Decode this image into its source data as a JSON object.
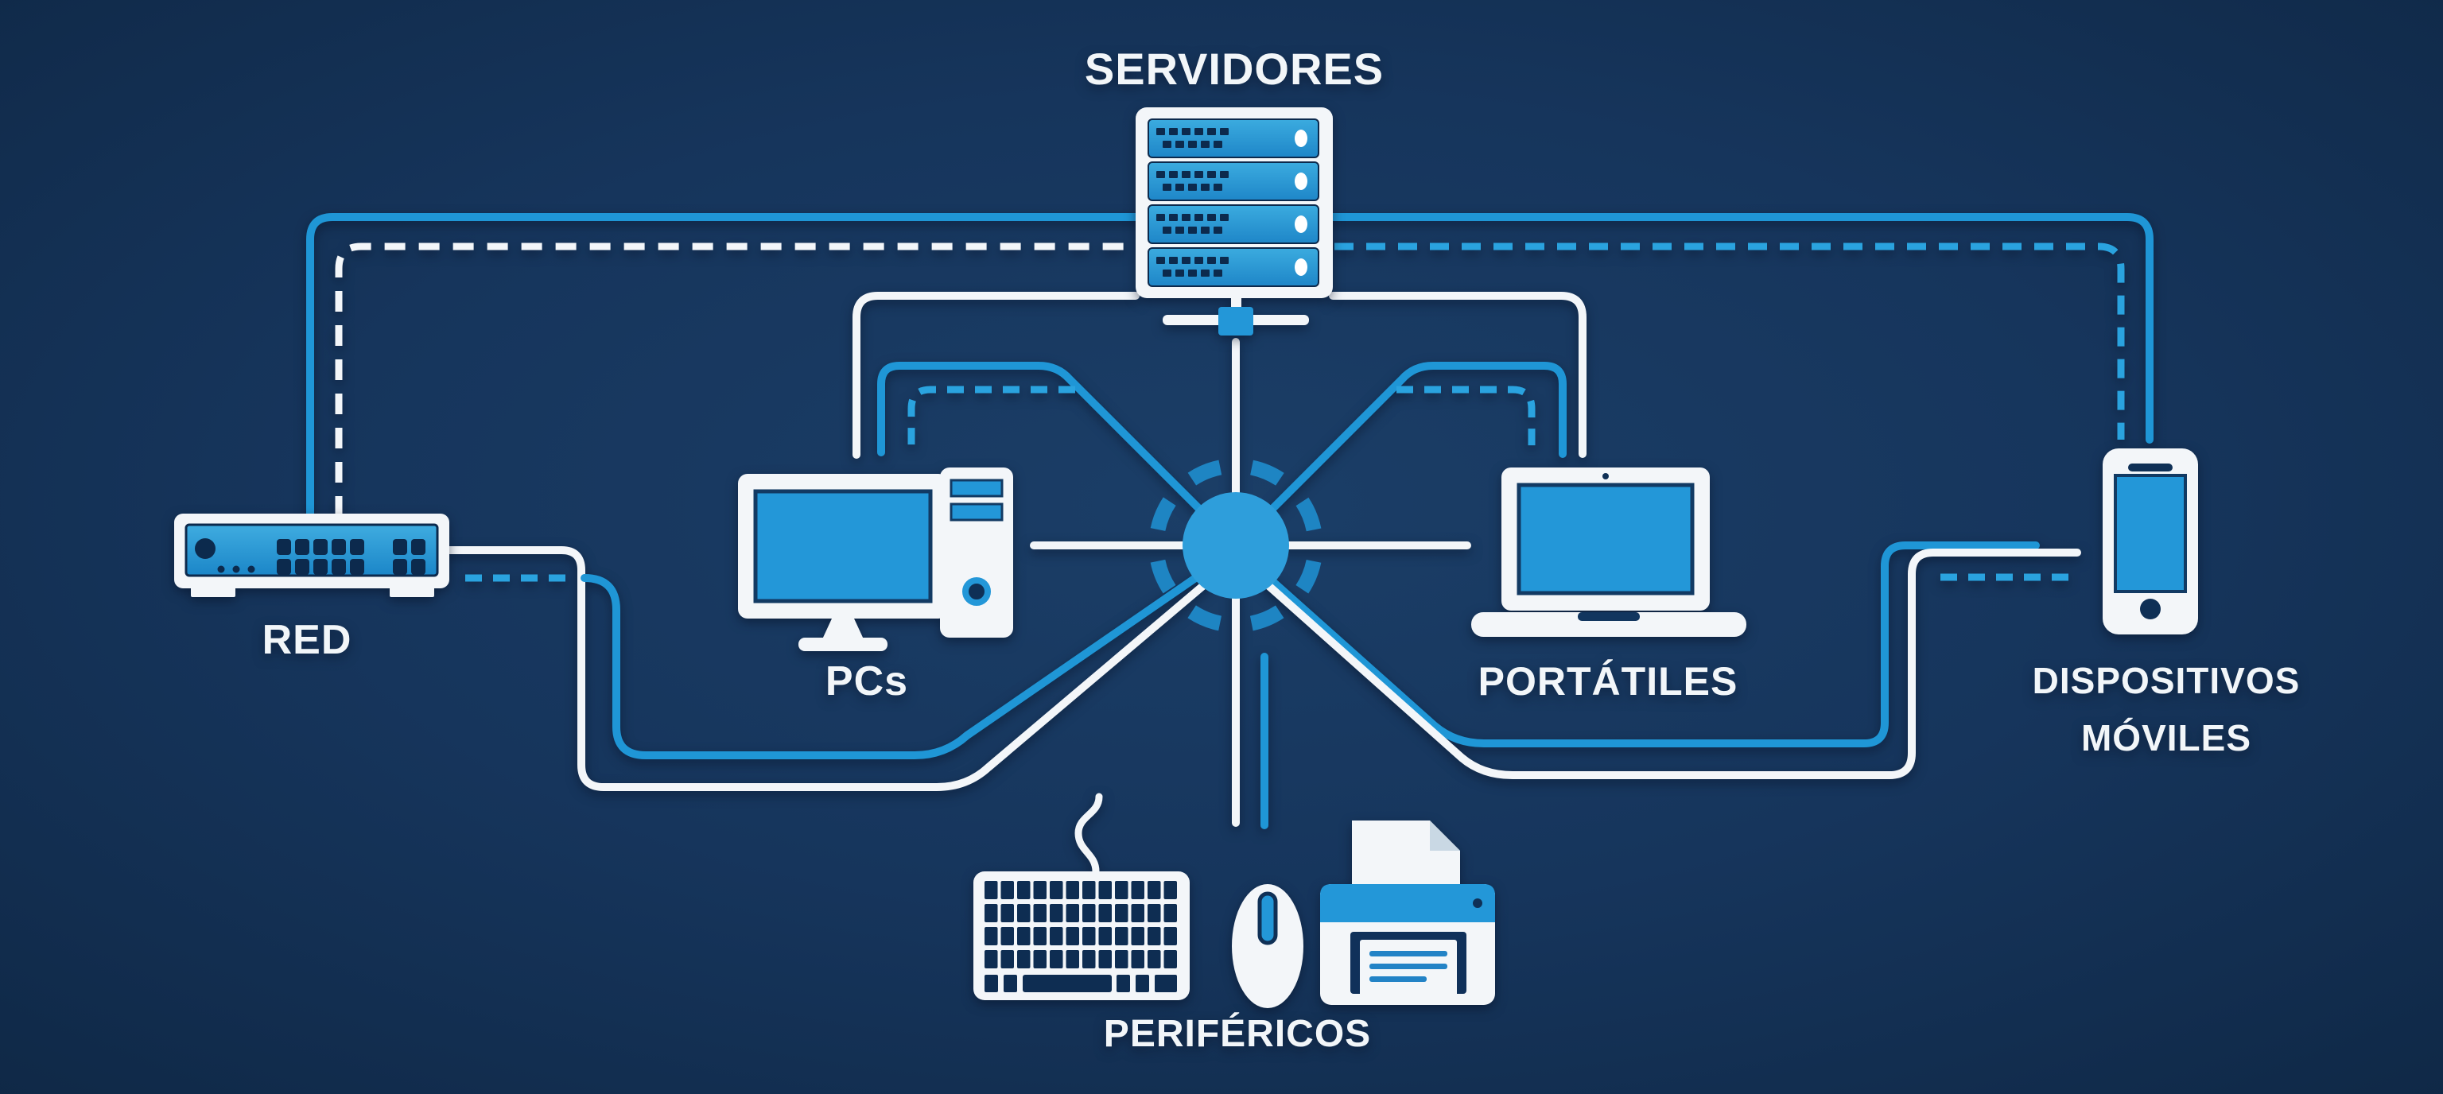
{
  "diagram": {
    "background": "#16355C",
    "palette": {
      "line_white": "#F3F6F9",
      "line_blue_solid": "#1F96D6",
      "line_blue_dashed": "#2AA3DF",
      "icon_fill_blue": "#2397D8",
      "detail_navy": "#0E2D52",
      "hub_core_blue": "#2E9EDB",
      "hub_ring_blue": "#1E85C3"
    },
    "hub": {
      "name": "central-hub"
    },
    "nodes": [
      {
        "id": "servidores",
        "label": "SERVIDORES",
        "icon": "server-rack-icon"
      },
      {
        "id": "red",
        "label": "RED",
        "icon": "network-switch-icon"
      },
      {
        "id": "pcs",
        "label": "PCs",
        "icon": "desktop-pc-icon"
      },
      {
        "id": "portatiles",
        "label": "PORTÁTILES",
        "icon": "laptop-icon"
      },
      {
        "id": "dispositivos-moviles",
        "label_line1": "DISPOSITIVOS",
        "label_line2": "MÓVILES",
        "icon": "smartphone-icon"
      },
      {
        "id": "perifericos",
        "label": "PERIFÉRICOS",
        "icons": [
          "keyboard-icon",
          "mouse-icon",
          "printer-icon"
        ]
      }
    ],
    "connections": [
      {
        "from": "red",
        "to": "dispositivos-moviles",
        "route": "top",
        "style": "solid",
        "color": "blue"
      },
      {
        "from": "red",
        "to": "dispositivos-moviles",
        "route": "top-left",
        "style": "dashed",
        "color": "white"
      },
      {
        "from": "servidores",
        "to": "dispositivos-moviles",
        "route": "top-right",
        "style": "dashed",
        "color": "blue"
      },
      {
        "from": "servidores",
        "to": "central-hub",
        "style": "solid",
        "color": "white"
      },
      {
        "from": "servidores",
        "to": "pcs",
        "style": "solid",
        "color": "white"
      },
      {
        "from": "servidores",
        "to": "portatiles",
        "style": "solid",
        "color": "white"
      },
      {
        "from": "central-hub",
        "to": "pcs",
        "style": "solid",
        "color": "blue"
      },
      {
        "from": "central-hub",
        "to": "pcs",
        "style": "dashed",
        "color": "blue"
      },
      {
        "from": "central-hub",
        "to": "pcs",
        "style": "solid",
        "color": "white"
      },
      {
        "from": "central-hub",
        "to": "portatiles",
        "style": "solid",
        "color": "blue"
      },
      {
        "from": "central-hub",
        "to": "portatiles",
        "style": "dashed",
        "color": "blue"
      },
      {
        "from": "central-hub",
        "to": "portatiles",
        "style": "solid",
        "color": "white"
      },
      {
        "from": "red",
        "to": "central-hub",
        "route": "bottom",
        "style": "solid",
        "color": "white"
      },
      {
        "from": "red",
        "to": "central-hub",
        "route": "bottom",
        "style": "dashed-then-solid",
        "color": "blue"
      },
      {
        "from": "central-hub",
        "to": "dispositivos-moviles",
        "route": "bottom",
        "style": "solid",
        "color": "white"
      },
      {
        "from": "central-hub",
        "to": "dispositivos-moviles",
        "route": "bottom",
        "style": "solid",
        "color": "blue"
      },
      {
        "from": "central-hub",
        "to": "dispositivos-moviles",
        "route": "right",
        "style": "dashed",
        "color": "blue"
      },
      {
        "from": "central-hub",
        "to": "perifericos",
        "style": "solid",
        "color": "white"
      },
      {
        "from": "central-hub",
        "to": "perifericos",
        "style": "solid",
        "color": "blue"
      }
    ]
  }
}
